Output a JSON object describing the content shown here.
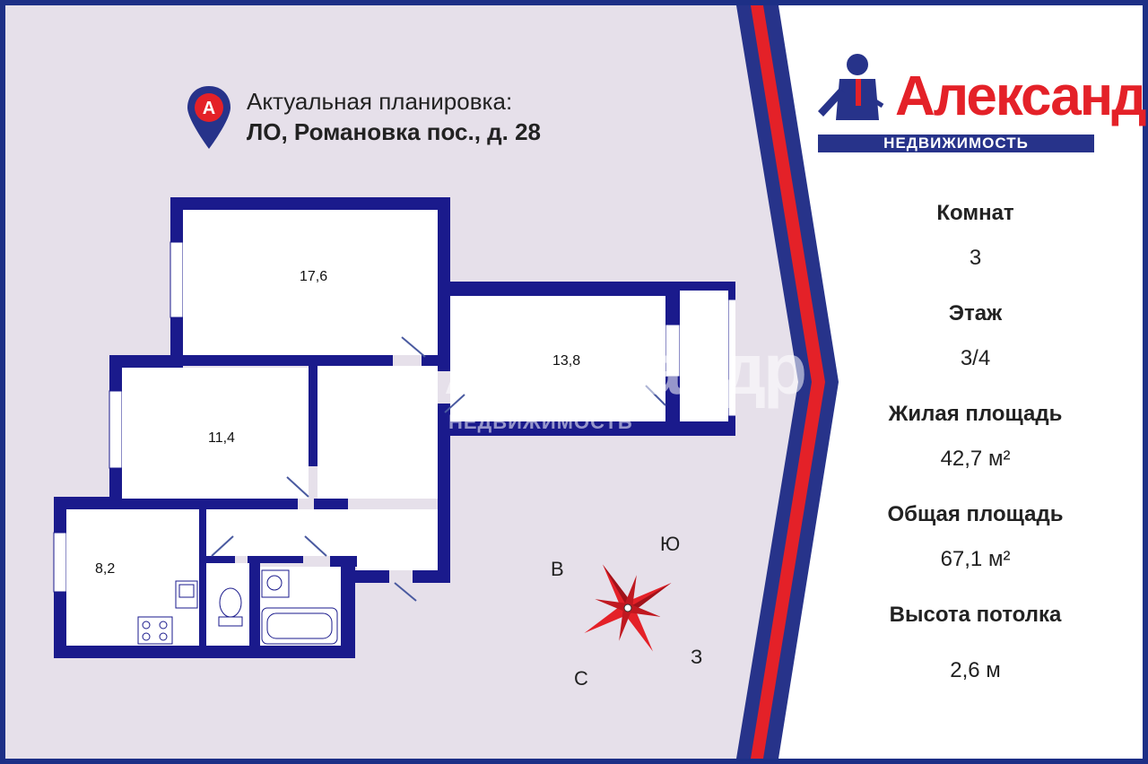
{
  "header": {
    "line1": "Актуальная планировка:",
    "line2": "ЛО, Романовка пос., д. 28"
  },
  "icons": {
    "location_pin": "location-pin-icon",
    "compass": "compass-rose-icon",
    "brand_figure": "agent-figure-icon",
    "stove": "stove-icon",
    "sink": "sink-icon",
    "toilet": "toilet-icon",
    "bathtub": "bathtub-icon"
  },
  "pin_letter": "A",
  "rooms": [
    {
      "label": "17,6"
    },
    {
      "label": "13,8"
    },
    {
      "label": "11,4"
    },
    {
      "label": "8,2"
    }
  ],
  "compass": {
    "north": "С",
    "south": "Ю",
    "east": "В",
    "west": "З"
  },
  "brand": {
    "name": "Александр",
    "subtitle": "НЕДВИЖИМОСТЬ"
  },
  "info": [
    {
      "label": "Комнат",
      "value": "3"
    },
    {
      "label": "Этаж",
      "value": "3/4"
    },
    {
      "label": "Жилая площадь",
      "value": "42,7 м²"
    },
    {
      "label": "Общая площадь",
      "value": "67,1 м²"
    },
    {
      "label": "Высота потолка",
      "value": "2,6 м"
    }
  ],
  "colors": {
    "background": "#e6e0ea",
    "wall": "#1a1a8c",
    "accent_red": "#e42128",
    "accent_blue": "#27338a",
    "frame": "#1d2f86"
  }
}
